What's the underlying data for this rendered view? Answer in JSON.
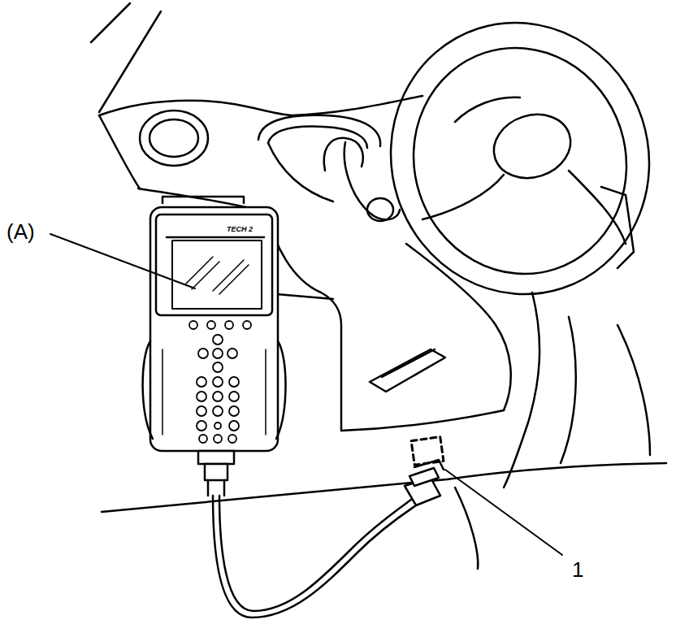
{
  "diagram": {
    "labels": [
      "(A)",
      "TECH 2",
      "1"
    ]
  }
}
